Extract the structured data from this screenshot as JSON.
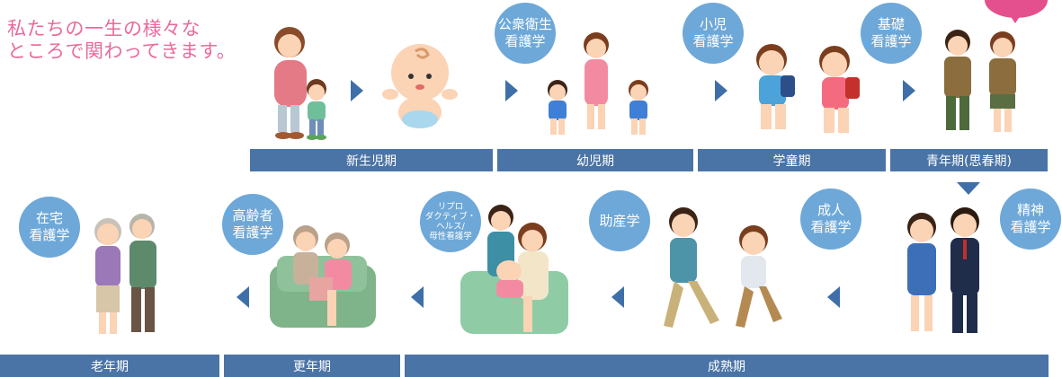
{
  "tagline": "私たちの一生の様々な\nところで関わってきます。",
  "colors": {
    "bar": "#4a74a6",
    "circle": "#6ea8d8",
    "tagline": "#ea6a9c",
    "arrow": "#3f6fa8",
    "callout": "#e4508e"
  },
  "stages": {
    "newborn": "新生児期",
    "infant": "幼児期",
    "school": "学童期",
    "adolescent": "青年期(思春期)",
    "elderly": "老年期",
    "climacteric": "更年期",
    "maturity": "成熟期"
  },
  "fields": {
    "public_health": "公衆衛生\n看護学",
    "pediatric": "小児\n看護学",
    "fundamental": "基礎\n看護学",
    "psychiatric": "精神\n看護学",
    "adult": "成人\n看護学",
    "midwifery": "助産学",
    "reproductive": "リプロ\nダクティブ・\nヘルス/\n母性看護学",
    "gerontological": "高齢者\n看護学",
    "home_care": "在宅\n看護学"
  },
  "icons": {
    "arrow_right": "triangle-right-icon",
    "arrow_left": "triangle-left-icon",
    "arrow_down": "triangle-down-icon"
  }
}
